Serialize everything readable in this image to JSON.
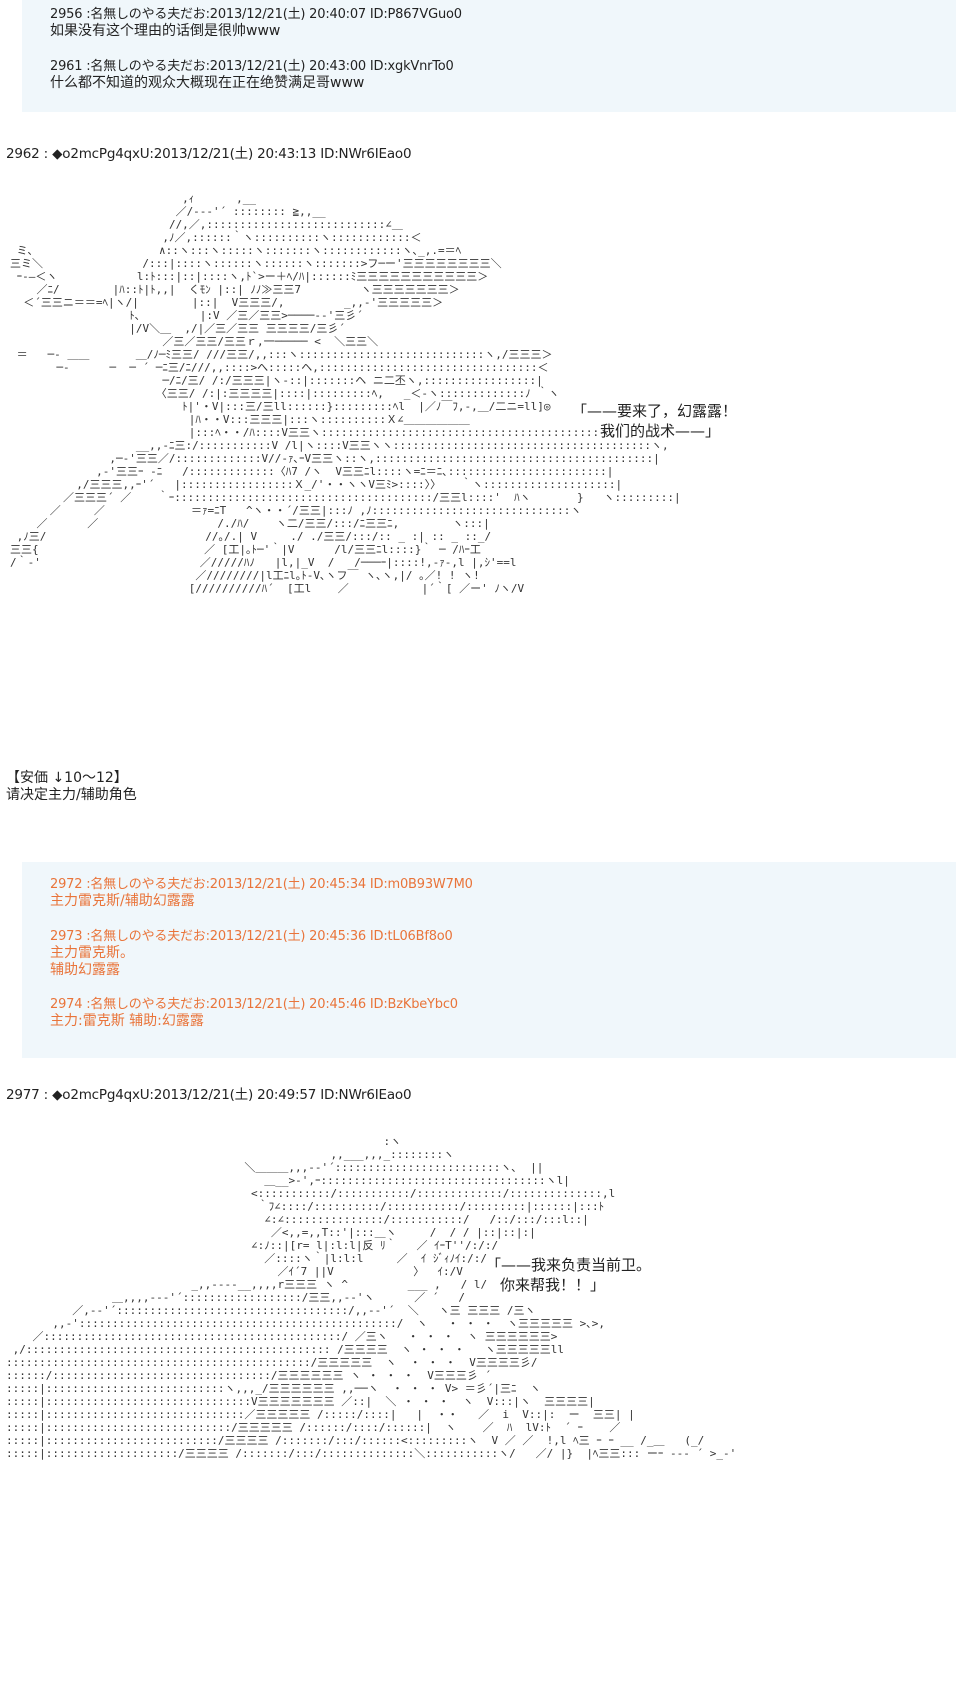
{
  "replies_top": [
    {
      "head": "2956 :名無しのやる夫だお:2013/12/21(土) 20:40:07 ID:P867VGuo0",
      "body": "如果没有这个理由的话倒是很帅www"
    },
    {
      "head": "2961 :名無しのやる夫だお:2013/12/21(土) 20:43:00 ID:xgkVnrTo0",
      "body": "什么都不知道的观众大概现在正在绝赞满足哥www"
    }
  ],
  "post1": {
    "head": "2962 : ◆o2mcPg4qxU:2013/12/21(土) 20:43:13 ID:NWr6IEao0",
    "speech_line1": "「——要来了，幻露露！",
    "speech_line2": "我们的战术——」"
  },
  "vote": {
    "line1": "【安価 ↓10～12】",
    "line2": "请决定主力/辅助角色"
  },
  "replies_mid": [
    {
      "head": "2972 :名無しのやる夫だお:2013/12/21(土) 20:45:34 ID:m0B93W7M0",
      "body": "主力雷克斯/辅助幻露露"
    },
    {
      "head": "2973 :名無しのやる夫だお:2013/12/21(土) 20:45:36 ID:tL06Bf8o0",
      "body": "主力雷克斯。\n辅助幻露露"
    },
    {
      "head": "2974 :名無しのやる夫だお:2013/12/21(土) 20:45:46 ID:BzKbeYbc0",
      "body": "主力:雷克斯 辅助:幻露露"
    }
  ],
  "post2": {
    "head": "2977 : ◆o2mcPg4qxU:2013/12/21(土) 20:49:57 ID:NWr6IEao0",
    "speech_line1": "「——我来负责当前卫。",
    "speech_line2": "你来帮我！！」"
  }
}
